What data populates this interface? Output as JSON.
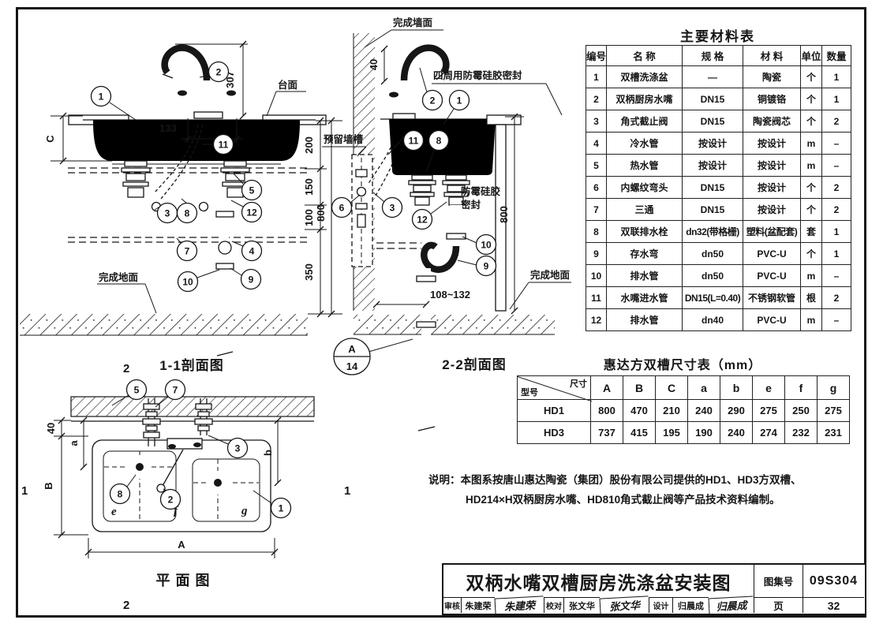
{
  "mat": {
    "title": "主要材料表",
    "headers": [
      "编号",
      "名 称",
      "规 格",
      "材 料",
      "单位",
      "数量"
    ],
    "rows": [
      {
        "no": "1",
        "name": "双槽洗涤盆",
        "spec": "—",
        "mtl": "陶瓷",
        "unit": "个",
        "qty": "1"
      },
      {
        "no": "2",
        "name": "双柄厨房水嘴",
        "spec": "DN15",
        "mtl": "铜镀铬",
        "unit": "个",
        "qty": "1"
      },
      {
        "no": "3",
        "name": "角式截止阀",
        "spec": "DN15",
        "mtl": "陶瓷阀芯",
        "unit": "个",
        "qty": "2"
      },
      {
        "no": "4",
        "name": "冷水管",
        "spec": "按设计",
        "mtl": "按设计",
        "unit": "m",
        "qty": "–"
      },
      {
        "no": "5",
        "name": "热水管",
        "spec": "按设计",
        "mtl": "按设计",
        "unit": "m",
        "qty": "–"
      },
      {
        "no": "6",
        "name": "内螺纹弯头",
        "spec": "DN15",
        "mtl": "按设计",
        "unit": "个",
        "qty": "2"
      },
      {
        "no": "7",
        "name": "三通",
        "spec": "DN15",
        "mtl": "按设计",
        "unit": "个",
        "qty": "2"
      },
      {
        "no": "8",
        "name": "双联排水栓",
        "spec": "dn32(带格栅)",
        "mtl": "塑料(盆配套)",
        "unit": "套",
        "qty": "1"
      },
      {
        "no": "9",
        "name": "存水弯",
        "spec": "dn50",
        "mtl": "PVC-U",
        "unit": "个",
        "qty": "1"
      },
      {
        "no": "10",
        "name": "排水管",
        "spec": "dn50",
        "mtl": "PVC-U",
        "unit": "m",
        "qty": "–"
      },
      {
        "no": "11",
        "name": "水嘴进水管",
        "spec": "DN15(L=0.40)",
        "mtl": "不锈钢软管",
        "unit": "根",
        "qty": "2"
      },
      {
        "no": "12",
        "name": "排水管",
        "spec": "dn40",
        "mtl": "PVC-U",
        "unit": "m",
        "qty": "–"
      }
    ]
  },
  "dimt": {
    "title": "惠达方双槽尺寸表（mm）",
    "corner_top": "尺寸",
    "corner_bottom": "型号",
    "cols": [
      "A",
      "B",
      "C",
      "a",
      "b",
      "e",
      "f",
      "g"
    ],
    "rows": [
      {
        "model": "HD1",
        "v": [
          "800",
          "470",
          "210",
          "240",
          "290",
          "275",
          "250",
          "275"
        ]
      },
      {
        "model": "HD3",
        "v": [
          "737",
          "415",
          "195",
          "190",
          "240",
          "274",
          "232",
          "231"
        ]
      }
    ]
  },
  "notes": {
    "label": "说明：",
    "line1": "本图系按唐山惠达陶瓷（集团）股份有限公司提供的HD1、HD3方双槽、",
    "line2": "HD214×H双柄厨房水嘴、HD810角式截止阀等产品技术资料编制。"
  },
  "tb": {
    "title": "双柄水嘴双槽厨房洗涤盆安装图",
    "atlas_label": "图集号",
    "atlas_no": "09S304",
    "page_label": "页",
    "page_no": "32",
    "r1": "审核",
    "n1": "朱建荣",
    "s1": "朱建荣",
    "r2": "校对",
    "n2": "张文华",
    "s2": "张文华",
    "r3": "设计",
    "n3": "归晨成",
    "s3": "归晨成"
  },
  "s11": {
    "caption": "1-1剖面图",
    "countertop": "台面",
    "floor": "完成地面",
    "d307": "307",
    "d133": "133",
    "dC": "C",
    "d200": "200",
    "d150": "150",
    "d100": "100",
    "d350": "350",
    "d800": "800",
    "c1": "1",
    "c2": "2",
    "c3": "3",
    "c4": "4",
    "c5": "5",
    "c7": "7",
    "c8": "8",
    "c9": "9",
    "c10": "10",
    "c11": "11",
    "c12": "12"
  },
  "s22": {
    "caption": "2-2剖面图",
    "wall": "完成墙面",
    "seal_top": "四周用防霉硅胶密封",
    "chase": "预留墙槽",
    "seal1": "防霉硅胶",
    "seal2": "密封",
    "floor": "完成地面",
    "d40": "40",
    "d800": "800",
    "d108": "108~132",
    "detail_a": "A",
    "detail_n": "14",
    "c1": "1",
    "c2": "2",
    "c3": "3",
    "c6": "6",
    "c8": "8",
    "c9": "9",
    "c10": "10",
    "c11": "11",
    "c12": "12"
  },
  "plan": {
    "caption": "平 面 图",
    "dA": "A",
    "dB": "B",
    "da": "a",
    "db": "b",
    "d40": "40",
    "e": "e",
    "f": "f",
    "g": "g",
    "c1": "1",
    "c2": "2",
    "c3": "3",
    "c5": "5",
    "c7": "7",
    "c8": "8",
    "m_top": "2",
    "m_bottom": "2",
    "m_left": "1",
    "m_right": "1"
  }
}
